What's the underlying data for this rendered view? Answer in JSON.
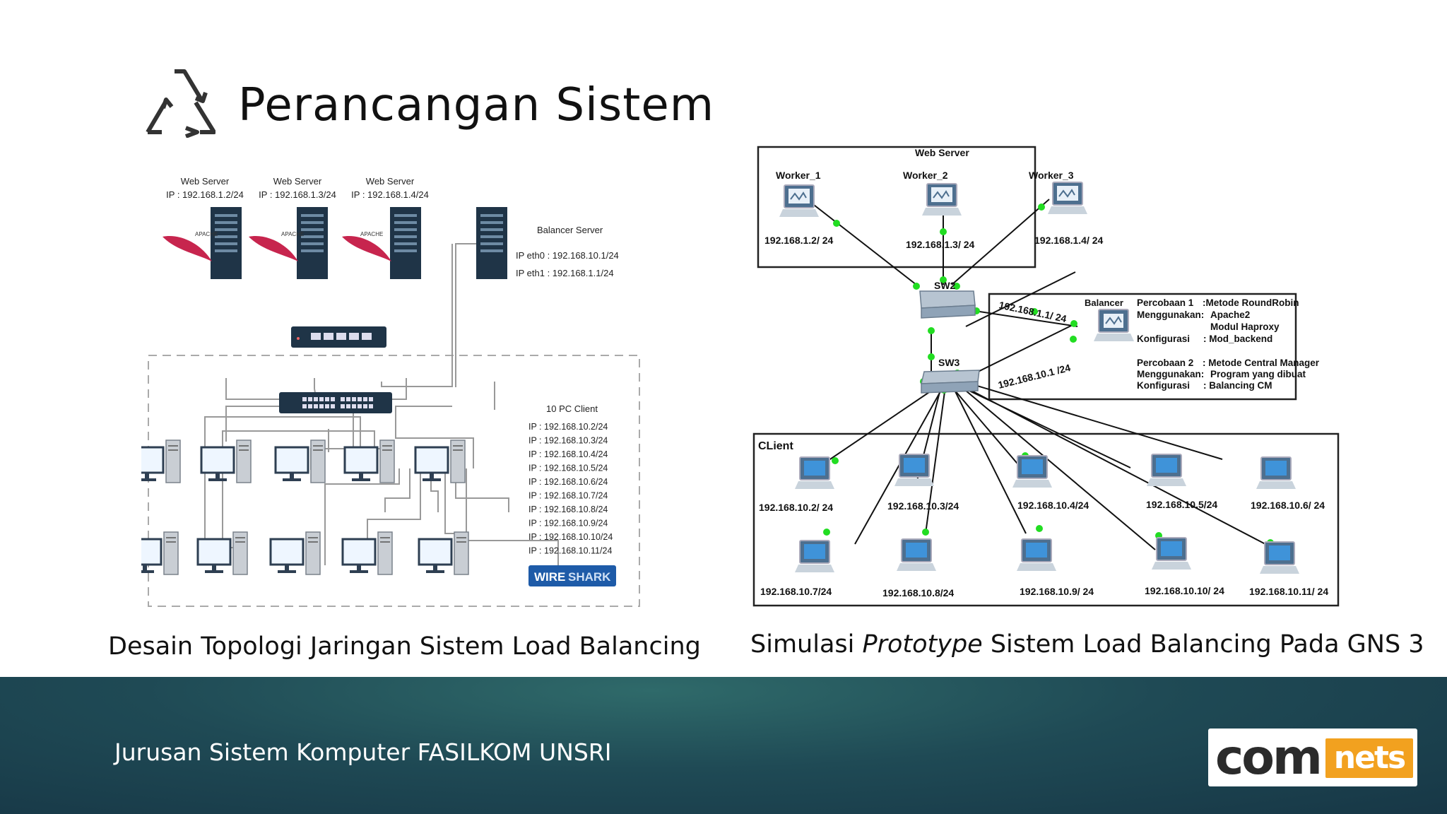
{
  "slide": {
    "title": "Perancangan Sistem",
    "caption_left": "Desain Topologi Jaringan Sistem Load Balancing",
    "caption_right_pre": "Simulasi ",
    "caption_right_em": "Prototype",
    "caption_right_post": " Sistem Load Balancing Pada GNS 3",
    "footer": "Jurusan Sistem Komputer FASILKOM UNSRI",
    "logo_com": "com",
    "logo_nets": "nets"
  },
  "left_diagram": {
    "web_servers": [
      {
        "label": "Web Server",
        "ip": "IP : 192.168.1.2/24"
      },
      {
        "label": "Web Server",
        "ip": "IP : 192.168.1.3/24"
      },
      {
        "label": "Web Server",
        "ip": "IP : 192.168.1.4/24"
      }
    ],
    "apache_label": "APACHE",
    "balancer": {
      "label": "Balancer Server",
      "eth0": "IP eth0 : 192.168.10.1/24",
      "eth1": "IP eth1 : 192.168.1.1/24"
    },
    "clients_title": "10 PC Client",
    "client_ips": [
      "IP : 192.168.10.2/24",
      "IP : 192.168.10.3/24",
      "IP : 192.168.10.4/24",
      "IP : 192.168.10.5/24",
      "IP : 192.168.10.6/24",
      "IP : 192.168.10.7/24",
      "IP : 192.168.10.8/24",
      "IP : 192.168.10.9/24",
      "IP : 192.168.10.10/24",
      "IP : 192.168.10.11/24"
    ],
    "wireshark_a": "WIRE",
    "wireshark_b": "SHARK"
  },
  "right_diagram": {
    "web_server_box": "Web Server",
    "workers": [
      {
        "name": "Worker_1",
        "ip": "192.168.1.2/ 24"
      },
      {
        "name": "Worker_2",
        "ip": "192.168.1.3/ 24"
      },
      {
        "name": "Worker_3",
        "ip": "192.168.1.4/ 24"
      }
    ],
    "sw2": "SW2",
    "sw3": "SW3",
    "balancer": "Balancer",
    "bal_ip1": "192.168.1.1/ 24",
    "bal_ip2": "192.168.10.1 /24",
    "notes": [
      [
        "Percobaan 1",
        ":Metode RoundRobin"
      ],
      [
        "Menggunakan:",
        "Apache2"
      ],
      [
        "",
        "Modul Haproxy"
      ],
      [
        "Konfigurasi",
        ": Mod_backend"
      ],
      [
        "Percobaan 2",
        ": Metode Central Manager"
      ],
      [
        "Menggunakan:",
        "Program yang dibuat"
      ],
      [
        "Konfigurasi",
        ": Balancing CM"
      ]
    ],
    "client_box": "CLient",
    "clients": [
      "192.168.10.2/ 24",
      "192.168.10.3/24",
      "192.168.10.4/24",
      "192.168.10.5/24",
      "192.168.10.6/ 24",
      "192.168.10.7/24",
      "192.168.10.8/24",
      "192.168.10.9/ 24",
      "192.168.10.10/ 24",
      "192.168.10.11/ 24"
    ]
  }
}
